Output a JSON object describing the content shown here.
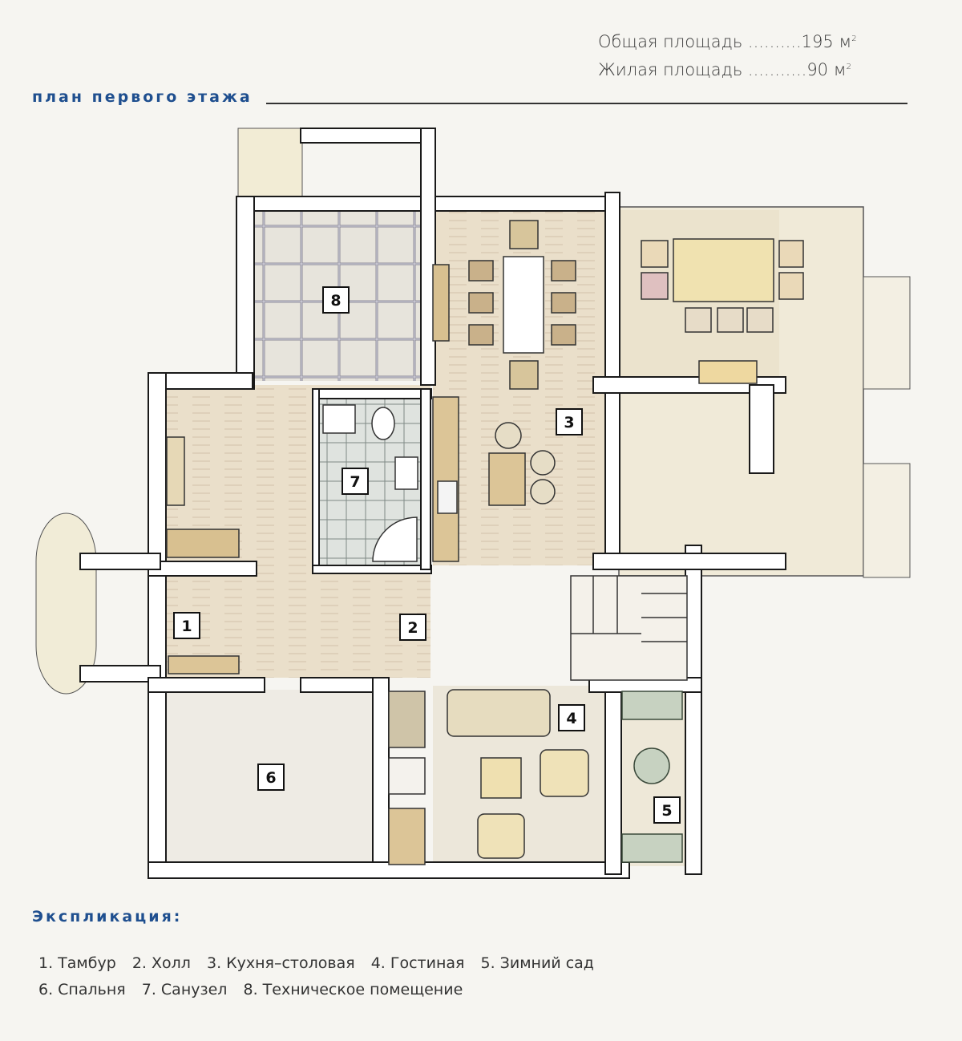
{
  "header": {
    "total_area_label": "Общая площадь ..........195 м",
    "living_area_label": "Жилая площадь ...........90 м",
    "area_unit_sup": "2",
    "plan_title": "план первого этажа"
  },
  "rooms": [
    {
      "num": "1",
      "name": "Тамбур"
    },
    {
      "num": "2",
      "name": "Холл"
    },
    {
      "num": "3",
      "name": "Кухня–столовая"
    },
    {
      "num": "4",
      "name": "Гостиная"
    },
    {
      "num": "5",
      "name": "Зимний сад"
    },
    {
      "num": "6",
      "name": "Спальня"
    },
    {
      "num": "7",
      "name": "Санузел"
    },
    {
      "num": "8",
      "name": "Техническое помещение"
    }
  ],
  "explication": {
    "title": "Экспликация:",
    "row1": [
      "1. Тамбур",
      "2. Холл",
      "3. Кухня–столовая",
      "4. Гостиная",
      "5. Зимний сад"
    ],
    "row2": [
      "6. Спальня",
      "7. Санузел",
      "8. Техническое помещение"
    ]
  },
  "colors": {
    "wall": "#ffffff",
    "wall_stroke": "#1a1a1a",
    "floor_wood": "#e8dcc8",
    "floor_tile": "#dad8e2",
    "terrace": "#efe9d8",
    "accent_title": "#1f4f8f"
  }
}
